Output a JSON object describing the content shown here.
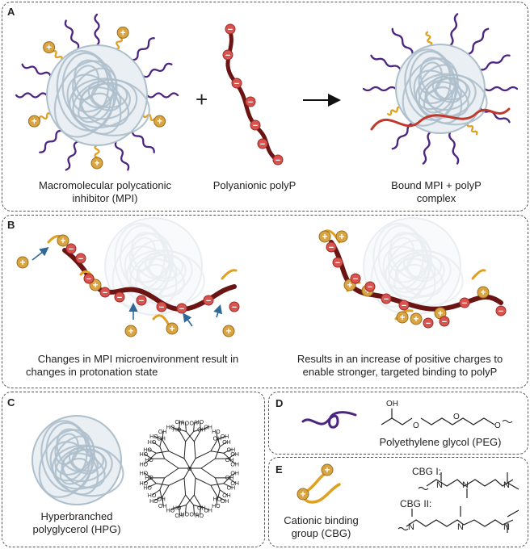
{
  "panels": {
    "a": {
      "label": "A",
      "plus": "+",
      "mpi_caption": [
        "Macromolecular polycationic",
        "inhibitor (MPI)"
      ],
      "polyp_caption": "Polyanionic polyP",
      "complex_caption": [
        "Bound MPI + polyP",
        "complex"
      ]
    },
    "b": {
      "label": "B",
      "left_caption": [
        "Changes in MPI microenvironment result in",
        "changes in protonation state"
      ],
      "right_caption": [
        "Results in an increase of positive charges to",
        "enable stronger, targeted binding to polyP"
      ]
    },
    "c": {
      "label": "C",
      "caption": [
        "Hyperbranched",
        "polyglycerol (HPG)"
      ],
      "oh": "OH",
      "ho": "HO",
      "o": "O"
    },
    "d": {
      "label": "D",
      "caption": "Polyethylene glycol (PEG)",
      "oh": "OH",
      "o": "O"
    },
    "e": {
      "label": "E",
      "caption": [
        "Cationic binding",
        "group (CBG)"
      ],
      "cbg1": "CBG I:",
      "cbg2": "CBG II:",
      "n": "N"
    }
  },
  "charges": {
    "positive": "+",
    "negative": "−"
  },
  "colors": {
    "peg": "#4b2580",
    "cbg": "#e0a020",
    "polyp": "#6b1414",
    "negative_bead": "#d9534f",
    "positive_bead": "#d9a441",
    "hpg": "#aebfcc",
    "arrow_blue": "#2e6a99"
  }
}
